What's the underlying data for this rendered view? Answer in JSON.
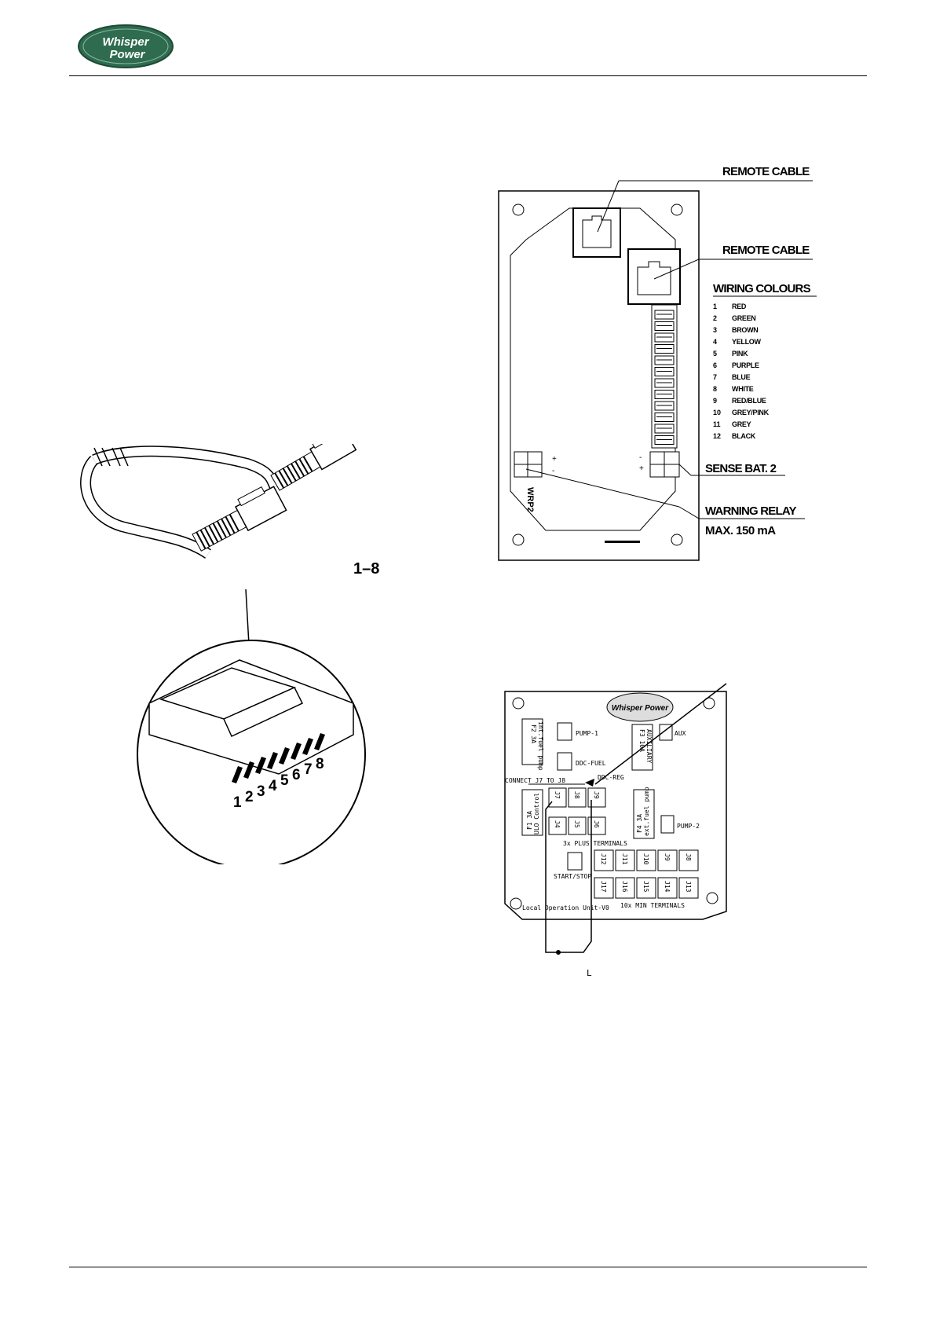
{
  "logo": {
    "line1": "Whisper",
    "line2": "Power",
    "color": "#2e6b4f"
  },
  "cable_figure": {
    "range_label": "1–8",
    "pins": [
      "1",
      "2",
      "3",
      "4",
      "5",
      "6",
      "7",
      "8"
    ]
  },
  "board_figure": {
    "remote_cable_label_1": "REMOTE CABLE",
    "remote_cable_label_2": "REMOTE CABLE",
    "wiring_title": "WIRING COLOURS",
    "wiring": [
      {
        "num": "1",
        "color": "RED"
      },
      {
        "num": "2",
        "color": "GREEN"
      },
      {
        "num": "3",
        "color": "BROWN"
      },
      {
        "num": "4",
        "color": "YELLOW"
      },
      {
        "num": "5",
        "color": "PINK"
      },
      {
        "num": "6",
        "color": "PURPLE"
      },
      {
        "num": "7",
        "color": "BLUE"
      },
      {
        "num": "8",
        "color": "WHITE"
      },
      {
        "num": "9",
        "color": "RED/BLUE"
      },
      {
        "num": "10",
        "color": "GREY/PINK"
      },
      {
        "num": "11",
        "color": "GREY"
      },
      {
        "num": "12",
        "color": "BLACK"
      }
    ],
    "sense_bat_label": "SENSE BAT. 2",
    "warning_relay_label": "WARNING RELAY",
    "max_label": "MAX. 150 mA",
    "board_id": "WRP2",
    "plus": "+",
    "minus": "-"
  },
  "local_unit_figure": {
    "pump1": "PUMP-1",
    "ddc_fuel": "DDC-FUEL",
    "connect_label": "CONNECT J7 TO J8",
    "ddc_reg": "DDC-REG",
    "aux": "AUX",
    "f2": "F2 3A",
    "f2_sub": "int.fuel pump",
    "f3": "F3 10A",
    "f3_sub": "AUXILIARY",
    "f1": "F1 3A",
    "f1_sub": "ULO Control",
    "f4": "F4 3A",
    "f4_sub": "ext.fuel pump",
    "pump2": "PUMP-2",
    "plus_terminals": "3x PLUS TERMINALS",
    "start_stop": "START/STOP",
    "footer_label": "Local Operation Unit-V0",
    "min_terminals": "10x MIN TERMINALS",
    "logo_text": "Whisper Power",
    "j_top": [
      "J7",
      "J8",
      "J9"
    ],
    "j_mid": [
      "J4",
      "J5",
      "J6"
    ],
    "j_row1": [
      "J12",
      "J11",
      "J10",
      "J9",
      "J8"
    ],
    "j_row2": [
      "J17",
      "J16",
      "J15",
      "J14",
      "J13"
    ],
    "bottom_mark": "L"
  }
}
